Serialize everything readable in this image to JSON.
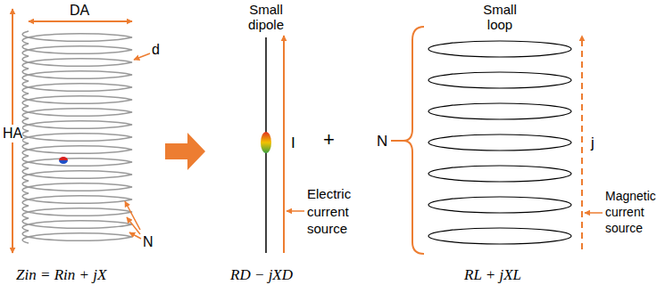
{
  "diagram": {
    "labels": [
      "DA",
      "d",
      "HA",
      "N",
      "Small dipole",
      "I",
      "Electric current source",
      "+",
      "N",
      "Small loop",
      "j",
      "Magnetic current source",
      "Zin = Rin + jX",
      "RD − jXD",
      "RL + jXL"
    ]
  }
}
